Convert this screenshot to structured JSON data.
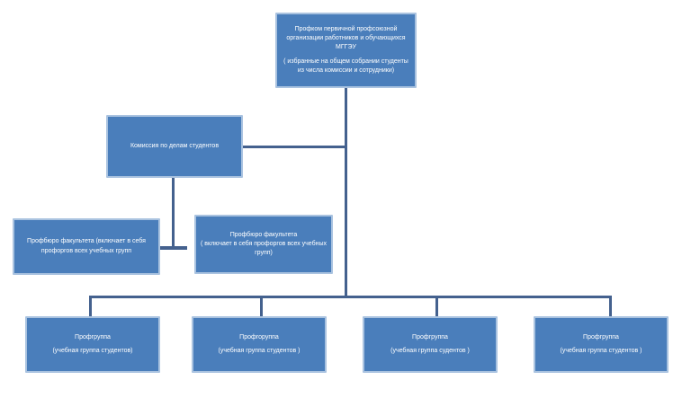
{
  "diagram": {
    "type": "org-chart",
    "language": "ru",
    "colors": {
      "box_fill": "#4a7ebb",
      "box_border": "#aac3e0",
      "connector_line": "#44618e",
      "text": "#ffffff",
      "background": "#ffffff"
    },
    "nodes": {
      "profkom": {
        "para1": "Профком первичной профсоюзной организации работников и обучающихся МГГЭУ",
        "para2": "( избранные на общем собрании студенты  из числа комиссии и сотрудники)"
      },
      "komissiya": {
        "label": "Комиссия по делам студентов"
      },
      "profburo_left": {
        "label": "Профбюро факультета (включает в себя профоргов всех учебных групп"
      },
      "profburo_right": {
        "line1": "Профбюро факультета",
        "line2": "( включает в себя профоргов всех учебных групп)"
      },
      "group1": {
        "line1": "Профгруппа",
        "line2": "(учебная группа студентов)"
      },
      "group2": {
        "line1": "Профгоруппа",
        "line2": "(учебная группа студентов )"
      },
      "group3": {
        "line1": "Профгруппа",
        "line2": "(учебная группа судентов )"
      },
      "group4": {
        "line1": "Профгруппа",
        "line2": "(учебная группа студентов )"
      }
    }
  }
}
